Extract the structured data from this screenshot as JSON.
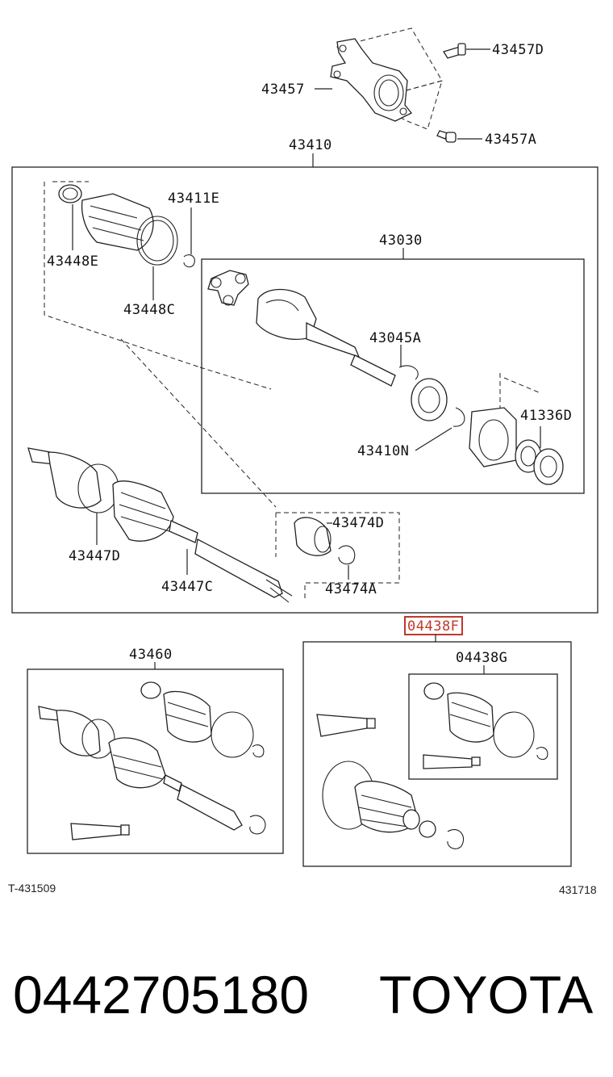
{
  "labels": {
    "p43457D": "43457D",
    "p43457": "43457",
    "p43457A": "43457A",
    "p43410": "43410",
    "p43411E": "43411E",
    "p43448E": "43448E",
    "p43448C": "43448C",
    "p43030": "43030",
    "p43045A": "43045A",
    "p41336D": "41336D",
    "p43410N": "43410N",
    "p43474D": "43474D",
    "p43447D": "43447D",
    "p43447C": "43447C",
    "p43474A": "43474A",
    "p04438F": "04438F",
    "p43460": "43460",
    "p04438G": "04438G"
  },
  "codes": {
    "left": "T-431509",
    "right": "431718"
  },
  "footer": {
    "part_number": "0442705180",
    "brand": "TOYOTA"
  },
  "colors": {
    "highlight": "#c0392b"
  }
}
